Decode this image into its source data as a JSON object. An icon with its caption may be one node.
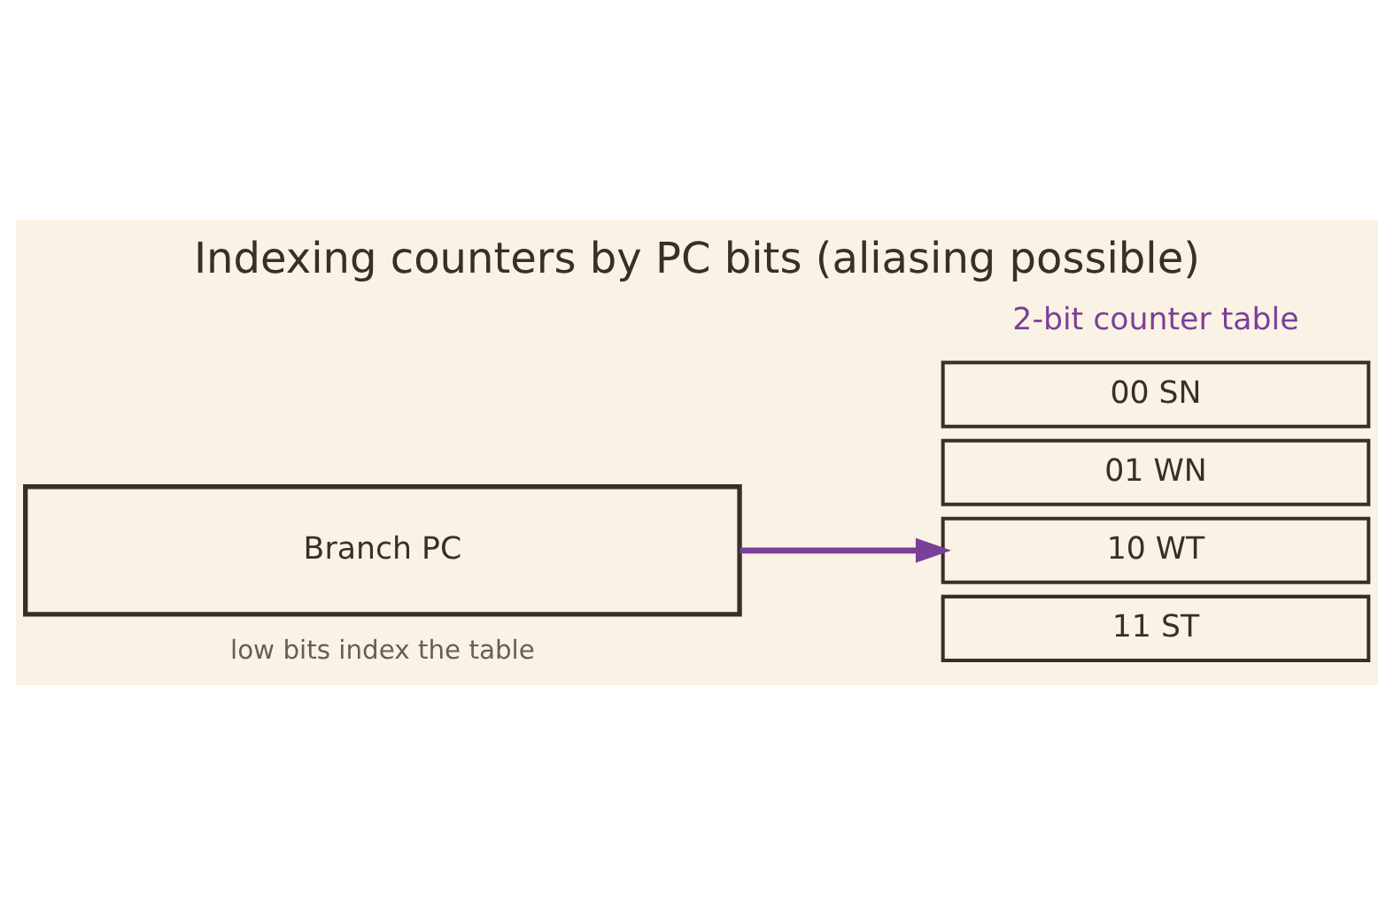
{
  "diagram": {
    "title": "Indexing counters by PC bits (aliasing possible)",
    "nodes": [
      {
        "text": [
          "Branch PC"
        ],
        "beside": [
          "low bits index the table"
        ]
      },
      {
        "text": [
          "00 SN"
        ]
      },
      {
        "text": [
          "01 WN"
        ]
      },
      {
        "text": [
          "10 WT"
        ]
      },
      {
        "text": [
          "11 ST"
        ]
      }
    ],
    "edges": [
      {
        "from": 0,
        "to": 3,
        "arrow": "to",
        "color": "#7b3f98"
      }
    ],
    "labels": [
      "2-bit counter table"
    ]
  }
}
